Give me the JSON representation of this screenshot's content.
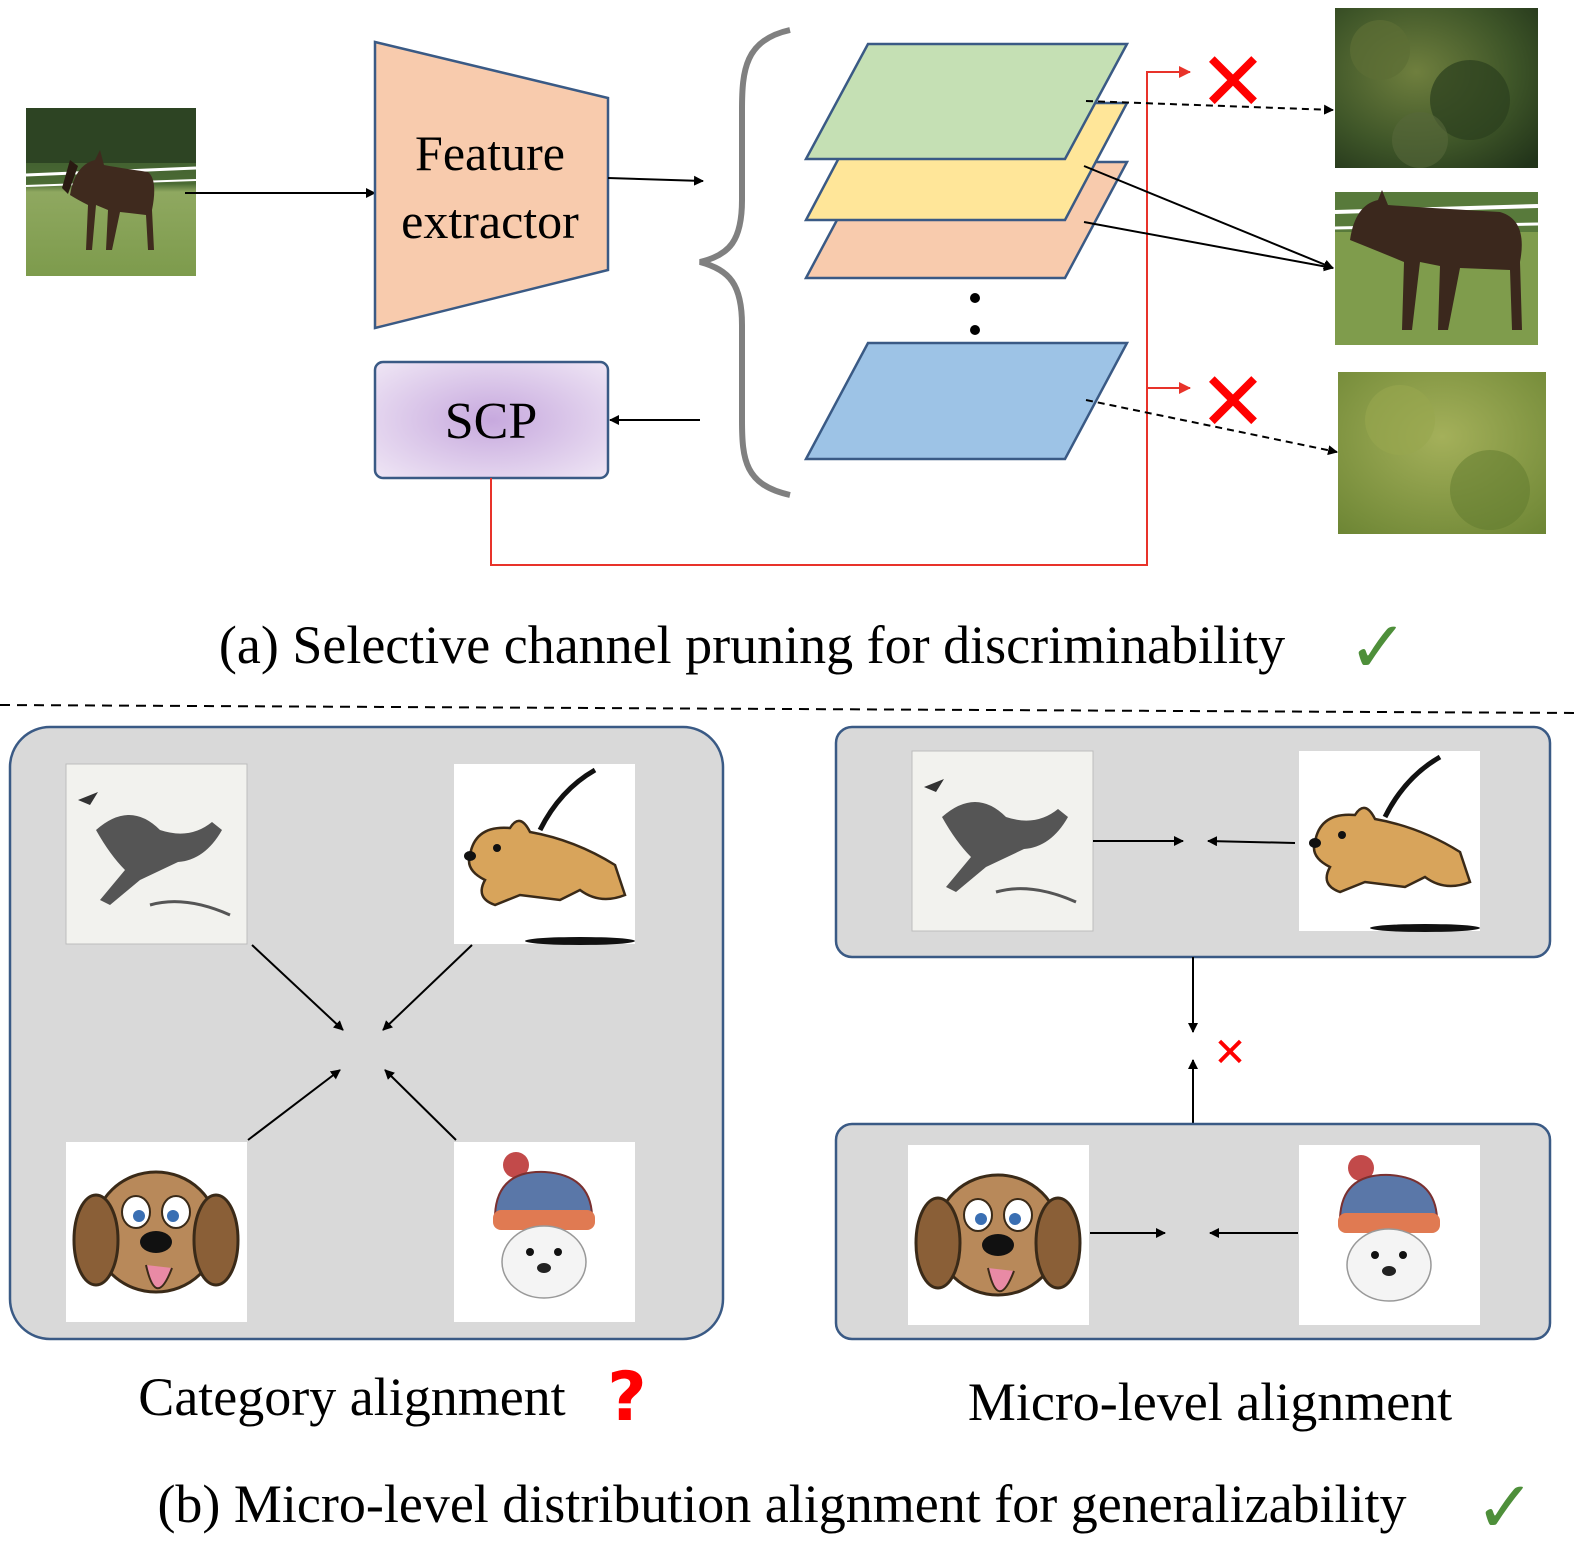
{
  "panel_a": {
    "feature_extractor_line1": "Feature",
    "feature_extractor_line2": "extractor",
    "scp_label": "SCP",
    "caption": "(a) Selective channel pruning for discriminability",
    "caption_mark": "✓",
    "pruned_mark": "✕",
    "input_image": "horse-photo",
    "output_patches": [
      "tree-background-patch",
      "horse-crop",
      "grass-background-patch"
    ],
    "feature_maps": [
      {
        "name": "green-channel",
        "color": "#c5e0b4"
      },
      {
        "name": "yellow-channel",
        "color": "#ffe699"
      },
      {
        "name": "orange-channel",
        "color": "#f8cbad"
      },
      {
        "name": "blue-channel",
        "color": "#9dc3e6"
      }
    ]
  },
  "panel_b": {
    "left_caption": "Category alignment",
    "left_caption_mark": "?",
    "right_caption": "Micro-level alignment",
    "caption": "(b) Micro-level distribution alignment for generalizability",
    "caption_mark": "✓",
    "blocked_mark": "✕",
    "images": [
      "ink-dog-painting",
      "cartoon-leash-dog",
      "cartoon-dog-face",
      "dog-in-knit-hat"
    ]
  },
  "colors": {
    "check_green": "#4e8f3a",
    "cross_red": "#ff0000",
    "scp_line_red": "#e8332a",
    "box_gray": "#d9d9d9",
    "box_border": "#3a5a85",
    "extractor_fill": "#f8cbad",
    "scp_fill": "#c9b3df"
  }
}
